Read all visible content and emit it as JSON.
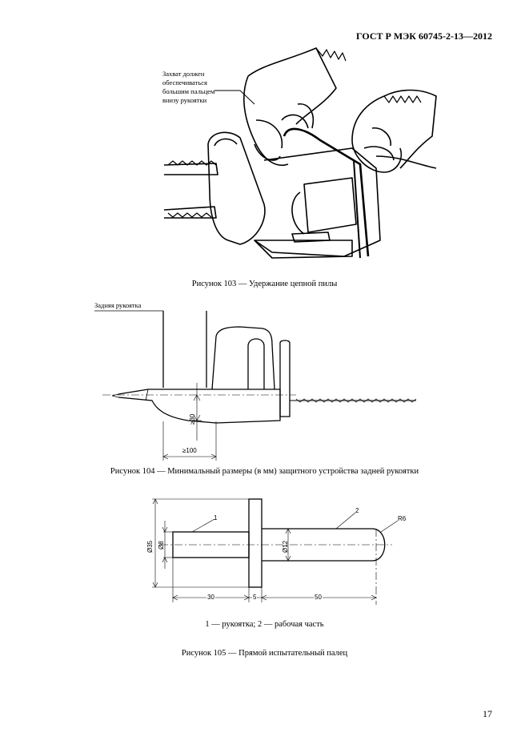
{
  "header": {
    "standard": "ГОСТ Р МЭК 60745-2-13—2012"
  },
  "figure103": {
    "note": [
      "Захват должен",
      "обеспечиваться",
      "большим пальцем",
      "внизу рукоятки"
    ],
    "caption": "Рисунок 103 — Удержание цепной пилы"
  },
  "figure104": {
    "label_rear_handle": "Задняя рукоятка",
    "dim_height": "≥30",
    "dim_length": "≥100",
    "caption": "Рисунок 104 — Минимальный размеры (в мм) защитного устройства задней рукоятки"
  },
  "figure105": {
    "label_1": "1",
    "label_2": "2",
    "radius": "R6",
    "dia_35": "Ø35",
    "dia_8": "Ø8",
    "dia_12": "Ø12",
    "dim_30": "30",
    "dim_5": "5",
    "dim_50": "50",
    "legend": "1 — рукоятка; 2 — рабочая часть",
    "caption": "Рисунок 105 — Прямой испытательный палец"
  },
  "footer": {
    "page_number": "17"
  }
}
